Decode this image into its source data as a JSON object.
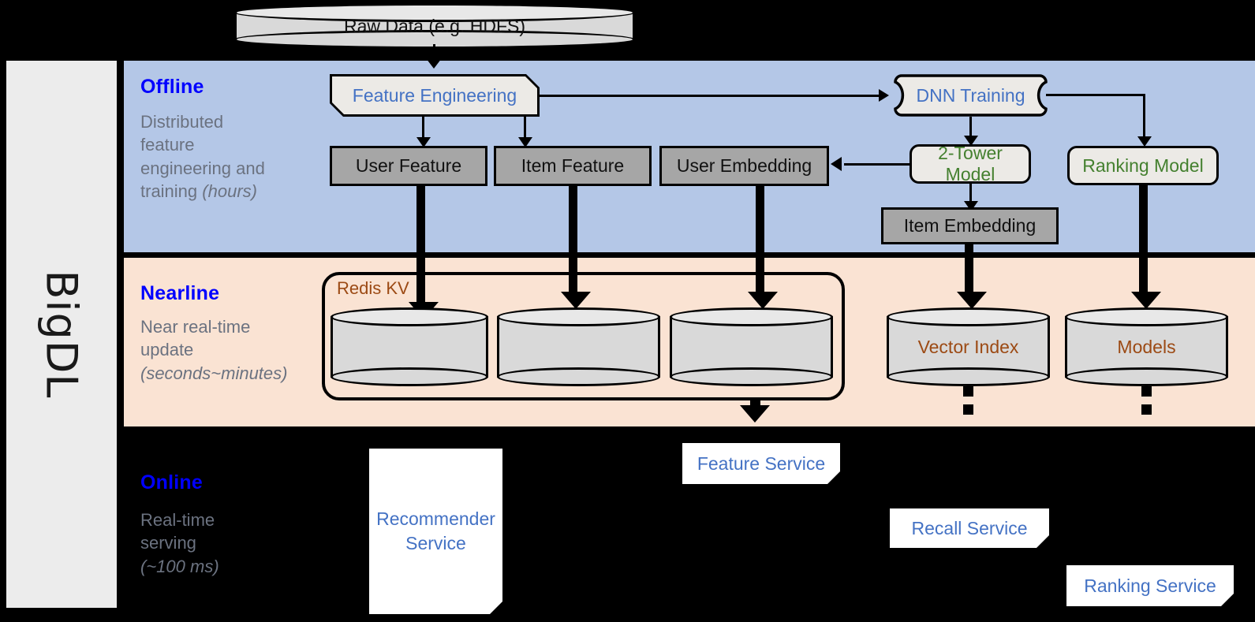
{
  "platform": {
    "name": "BigDL"
  },
  "source": {
    "label": "Raw Data (e.g. HDFS)"
  },
  "stages": [
    {
      "key": "offline",
      "title": "Offline",
      "desc_line1": "Distributed",
      "desc_line2": "feature",
      "desc_line3": "engineering and",
      "desc_line4": "training ",
      "desc_em": "(hours)",
      "band_color": "#b4c7e7"
    },
    {
      "key": "nearline",
      "title": "Nearline",
      "desc_line1": "Near real-time",
      "desc_line2": "update",
      "desc_line3": "",
      "desc_line4": "",
      "desc_em": "(seconds~minutes)",
      "band_color": "#fae3d3"
    },
    {
      "key": "online",
      "title": "Online",
      "desc_line1": "Real-time",
      "desc_line2": "serving",
      "desc_line3": "",
      "desc_line4": "",
      "desc_em": "(~100 ms)",
      "band_color": "#000000"
    }
  ],
  "offline": {
    "feature_engineering": "Feature Engineering",
    "dnn_training": "DNN Training",
    "user_feature": "User Feature",
    "item_feature": "Item Feature",
    "user_embedding": "User Embedding",
    "two_tower_model": "2-Tower Model",
    "ranking_model": "Ranking Model",
    "item_embedding": "Item Embedding"
  },
  "nearline": {
    "redis_kv": "Redis KV",
    "store_user_feature": "",
    "store_item_feature": "",
    "store_user_embedding": "",
    "vector_index": "Vector Index",
    "models": "Models"
  },
  "online": {
    "recommender_service_l1": "Recommender",
    "recommender_service_l2": "Service",
    "feature_service": "Feature Service",
    "recall_service": "Recall Service",
    "ranking_service": "Ranking Service"
  },
  "colors": {
    "offline_band": "#b4c7e7",
    "nearline_band": "#fae3d3",
    "online_band": "#000000",
    "stage_title": "#0000ff",
    "stage_desc": "#6b7280",
    "blue_text": "#4472c4",
    "green_text": "#44802f",
    "brown_text": "#9c4a14",
    "gray_box": "#a6a6a6",
    "light_box": "#eceae6",
    "sidebar": "#ececec"
  }
}
